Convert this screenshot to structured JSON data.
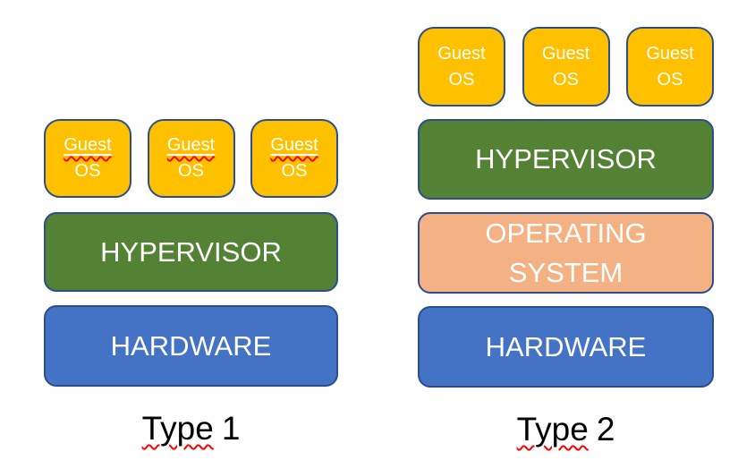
{
  "colors": {
    "background": "#FFFFFF",
    "gold": "#FFC000",
    "green": "#548235",
    "blue": "#4472C4",
    "peach": "#F4B183",
    "outline": "#2B4E8C",
    "box_text": "#FFFFFF",
    "caption_text": "#000000",
    "squiggle_red": "#FF0000"
  },
  "type1": {
    "caption": {
      "word": "Type",
      "number": "1"
    },
    "guests": [
      {
        "line1": "Guest",
        "line2": "OS"
      },
      {
        "line1": "Guest",
        "line2": "OS"
      },
      {
        "line1": "Guest",
        "line2": "OS"
      }
    ],
    "hypervisor_label": "HYPERVISOR",
    "hardware_label": "HARDWARE"
  },
  "type2": {
    "caption": {
      "word": "Type",
      "number": "2"
    },
    "guests": [
      {
        "line1": "Guest",
        "line2": "OS"
      },
      {
        "line1": "Guest",
        "line2": "OS"
      },
      {
        "line1": "Guest",
        "line2": "OS"
      }
    ],
    "hypervisor_label": "HYPERVISOR",
    "os_line1": "OPERATING",
    "os_line2": "SYSTEM",
    "hardware_label": "HARDWARE"
  }
}
